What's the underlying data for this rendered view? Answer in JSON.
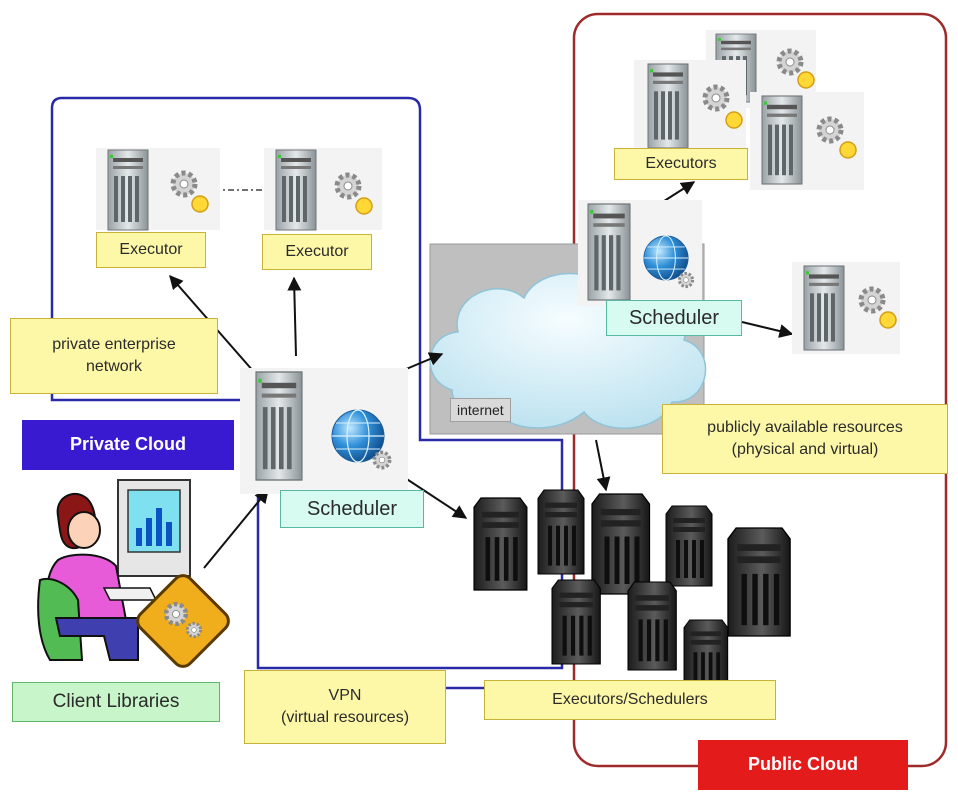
{
  "regions": {
    "private_cloud": "Private Cloud",
    "public_cloud": "Public Cloud",
    "private_network": "private enterprise\nnetwork",
    "public_resources": "publicly available resources\n(physical and virtual)",
    "vpn": "VPN\n(virtual resources)",
    "internet": "internet"
  },
  "nodes": {
    "executor_left": "Executor",
    "executor_right": "Executor",
    "scheduler_private": "Scheduler",
    "scheduler_public": "Scheduler",
    "executors_public": "Executors",
    "client_libraries": "Client Libraries",
    "executors_schedulers": "Executors/Schedulers"
  },
  "colors": {
    "private_cloud_border": "#2a2aa8",
    "public_cloud_border": "#9e2a2a",
    "private_cloud_fill": "#3a1ad0",
    "public_cloud_fill": "#e31b1b",
    "label_fill": "#fdf7a8",
    "scheduler_fill": "#d7fbf1",
    "client_fill": "#c8f5c9"
  }
}
